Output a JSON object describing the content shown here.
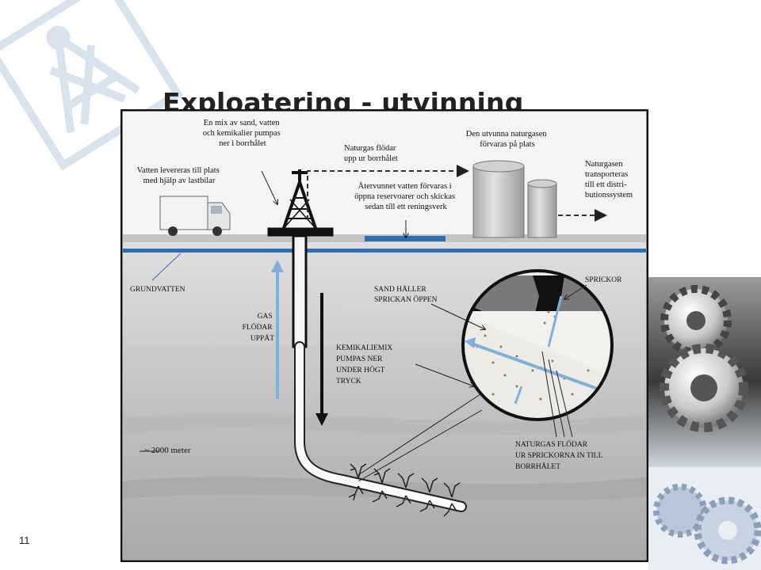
{
  "slide": {
    "title": "Exploatering - utvinning",
    "number": "11"
  },
  "diagram": {
    "labels": {
      "sand_mix": [
        "En mix  av sand, vatten",
        "och kemikalier  pumpas",
        "ner i borrhålet"
      ],
      "water_truck": [
        "Vatten levereras till plats",
        "med hjälp av lastbilar"
      ],
      "gas_flows_up": [
        "Naturgas flödar",
        "upp ur borrhålet"
      ],
      "stored_gas": [
        "Den utvunna naturgasen",
        "förvaras på plats"
      ],
      "recycled_water": [
        "Återvunnet vatten förvaras i",
        "öppna reservoarer och skickas",
        "sedan till ett reningsverk"
      ],
      "transport": [
        "Naturgasen",
        "transporteras",
        "till ett distri-",
        "butionssystem"
      ],
      "groundwater": [
        "GRUNDVATTEN"
      ],
      "gas_up": [
        "GAS",
        "FLÖDAR",
        "UPPÅT"
      ],
      "sand_holds": [
        "SAND HÅLLER",
        "SPRICKAN  ÖPPEN"
      ],
      "cracks": [
        "SPRICKOR"
      ],
      "chemical_mix": [
        "KEMIKALIEMIX",
        "PUMPAS NER",
        "UNDER  HÖGT",
        "TRYCK"
      ],
      "depth": [
        "~ 2000 meter"
      ],
      "gas_from_cracks": [
        "NATURGAS FLÖDAR",
        "UR SPRICKORNA  IN TILL",
        "BORRHÅLET"
      ]
    }
  }
}
